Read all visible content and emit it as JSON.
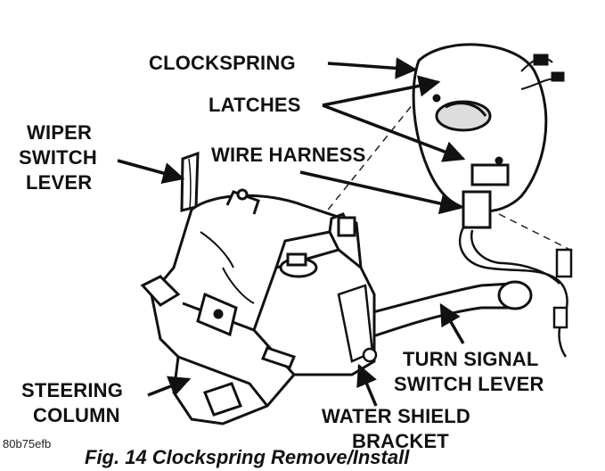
{
  "figure": {
    "code": "80b75efb",
    "caption": "Fig. 14 Clockspring Remove/Install"
  },
  "labels": {
    "clockspring": "CLOCKSPRING",
    "latches": "LATCHES",
    "wiper_line1": "WIPER",
    "wiper_line2": "SWITCH",
    "wiper_line3": "LEVER",
    "wire_harness": "WIRE HARNESS",
    "turn_line1": "TURN SIGNAL",
    "turn_line2": "SWITCH LEVER",
    "steering_line1": "STEERING",
    "steering_line2": "COLUMN",
    "water_line1": "WATER SHIELD",
    "water_line2": "BRACKET"
  }
}
